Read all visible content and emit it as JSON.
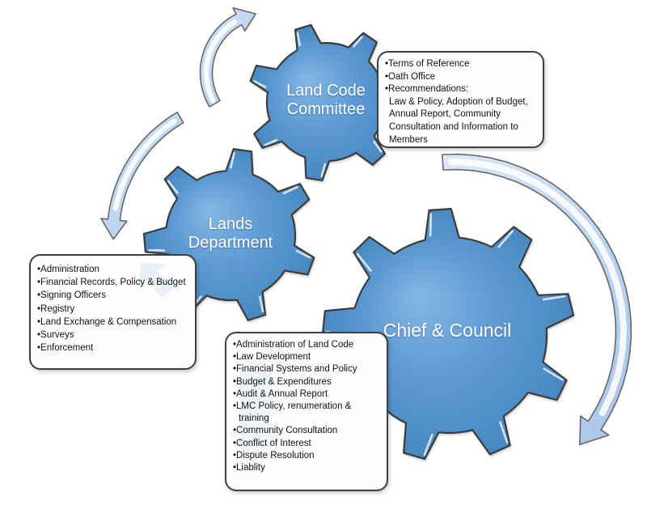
{
  "diagram": {
    "gears": [
      {
        "label": "Land Code Committee"
      },
      {
        "label": "Lands Department"
      },
      {
        "label": "Chief & Council"
      }
    ],
    "callouts": [
      {
        "items": [
          "Terms of Reference",
          "Oath Office",
          "Recommendations:"
        ],
        "detail": "Law & Policy, Adoption of Budget, Annual Report, Community Consultation and Information to Members"
      },
      {
        "items": [
          "Administration",
          "Financial Records, Policy & Budget",
          "Signing Officers",
          "Registry",
          "Land Exchange & Compensation",
          "Surveys",
          "Enforcement"
        ]
      },
      {
        "items": [
          "Administration of Land Code",
          "Law Development",
          "Financial Systems and Policy",
          "Budget & Expenditures",
          "Audit & Annual Report",
          "LMC Policy, renumeration & training",
          "Community Consultation",
          "Conflict of Interest",
          "Dispute Resolution",
          "Liablity"
        ]
      }
    ],
    "colors": {
      "gear_fill": "#5b9bd5",
      "gear_outline": "#3c3c3c",
      "arrow_fill": "#c5d9f1",
      "box_border": "#3f3f3f",
      "text": "#111111"
    }
  }
}
